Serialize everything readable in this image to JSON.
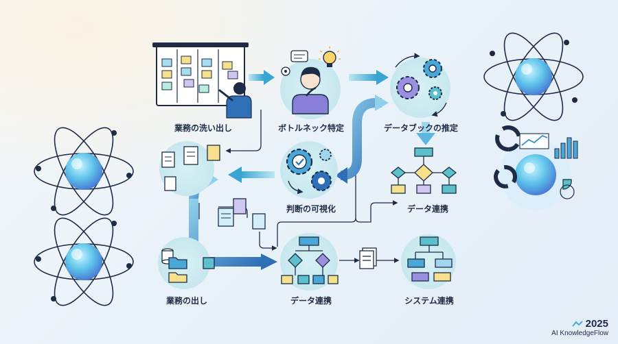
{
  "steps": {
    "step_1": "業務の洗い出し",
    "step_2": "ボトルネック特定",
    "step_3": "データブックの推定",
    "step_4": "判断の可視化",
    "step_5": "データ連携",
    "step_6": "業務の出し",
    "step_7": "データ連携",
    "step_8": "システム連携"
  },
  "brand": {
    "year": "2025",
    "name": "AI KnowledgeFlow"
  },
  "colors": {
    "accent": "#4aa8d8",
    "navy": "#1d2b45",
    "teal": "#5bc0c9",
    "purple": "#9b8fe0"
  }
}
